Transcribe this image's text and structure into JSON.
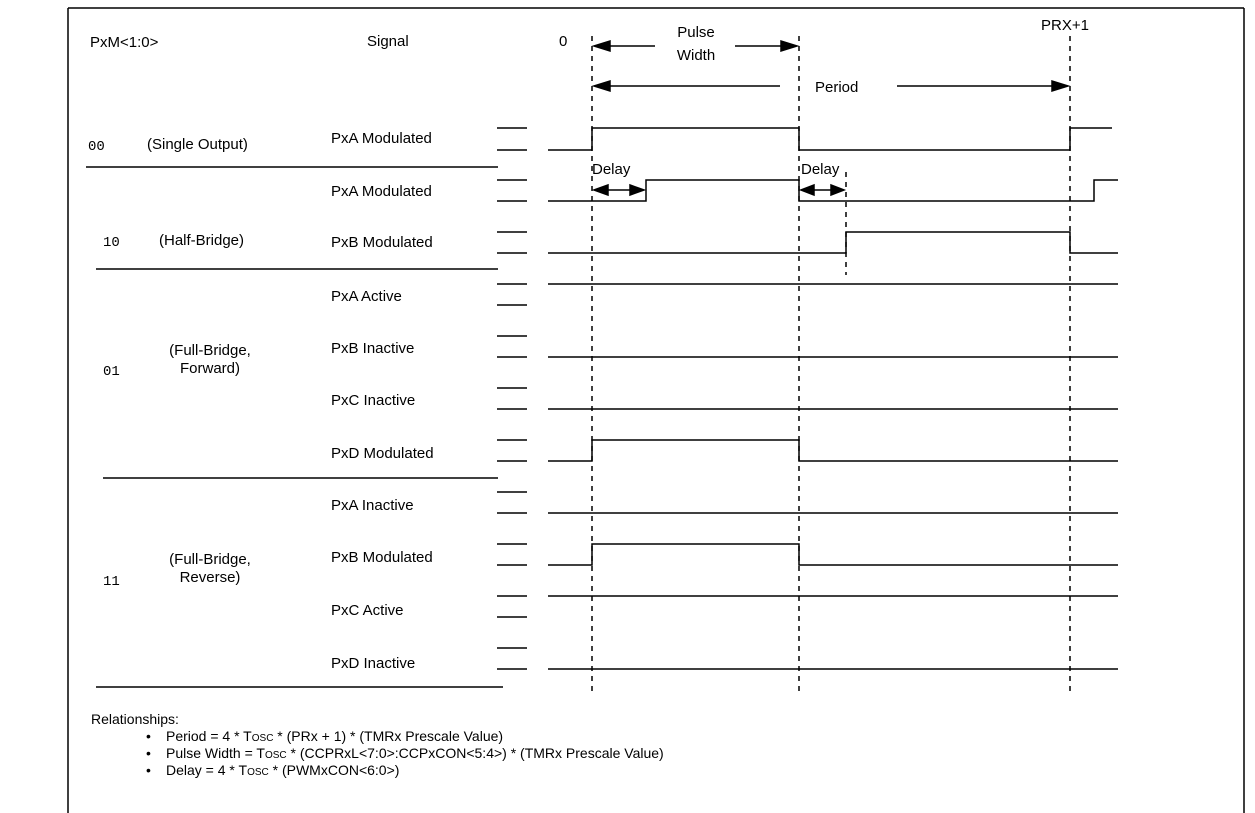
{
  "header": {
    "mode_col": "PxM<1:0>",
    "signal_col": "Signal",
    "time_zero": "0",
    "pulse_width": [
      "Pulse",
      "Width"
    ],
    "period": "Period",
    "prx": "PRX+1"
  },
  "delay_label": "Delay",
  "modes": [
    {
      "code": "00",
      "name": [
        "(Single Output)"
      ]
    },
    {
      "code": "10",
      "name": [
        "(Half-Bridge)"
      ]
    },
    {
      "code": "01",
      "name": [
        "(Full-Bridge,",
        "Forward)"
      ]
    },
    {
      "code": "11",
      "name": [
        "(Full-Bridge,",
        "Reverse)"
      ]
    }
  ],
  "signals": [
    "PxA Modulated",
    "PxA Modulated",
    "PxB Modulated",
    "PxA Active",
    "PxB Inactive",
    "PxC Inactive",
    "PxD Modulated",
    "PxA Inactive",
    "PxB Modulated",
    "PxC Active",
    "PxD Inactive"
  ],
  "notes": {
    "heading": "Relationships:",
    "items": [
      {
        "lead": "Period = 4 * T",
        "sc": "osc",
        "rest": " * (PRx + 1) * (TMRx Prescale Value)"
      },
      {
        "lead": "Pulse Width = T",
        "sc": "osc",
        "rest": " * (CCPRxL<7:0>:CCPxCON<5:4>) * (TMRx Prescale Value)"
      },
      {
        "lead": "Delay = 4 * T",
        "sc": "osc",
        "rest": " * (PWMxCON<6:0>)"
      }
    ]
  }
}
